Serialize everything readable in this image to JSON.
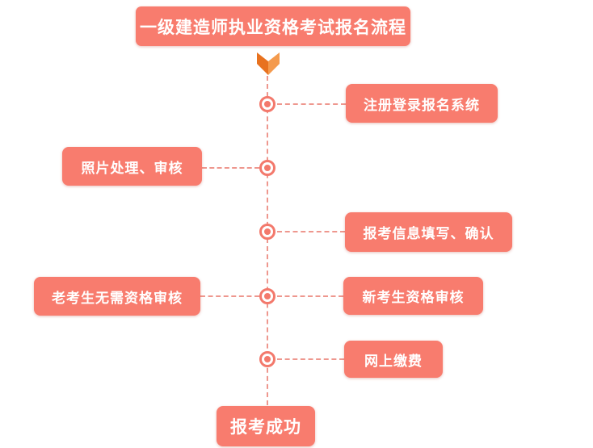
{
  "title": "一级建造师执业资格考试报名流程",
  "flow": {
    "steps": [
      {
        "label": "注册登录报名系统",
        "side": "right"
      },
      {
        "label": "照片处理、审核",
        "side": "left"
      },
      {
        "label": "报考信息填写、确认",
        "side": "right"
      },
      {
        "label": "老考生无需资格审核",
        "side": "left"
      },
      {
        "label": "新考生资格审核",
        "side": "right"
      },
      {
        "label": "网上缴费",
        "side": "right"
      }
    ],
    "result": "报考成功"
  },
  "icons": {
    "start_arrow": "chevron-down-icon"
  },
  "colors": {
    "box_fill": "#f87c6e",
    "text": "#ffffff",
    "dashed_line": "#ee978e",
    "node_ring": "#f3796c",
    "chevron_left": "#e8721f",
    "chevron_right": "#f49a4d",
    "background": "#ffffff"
  }
}
